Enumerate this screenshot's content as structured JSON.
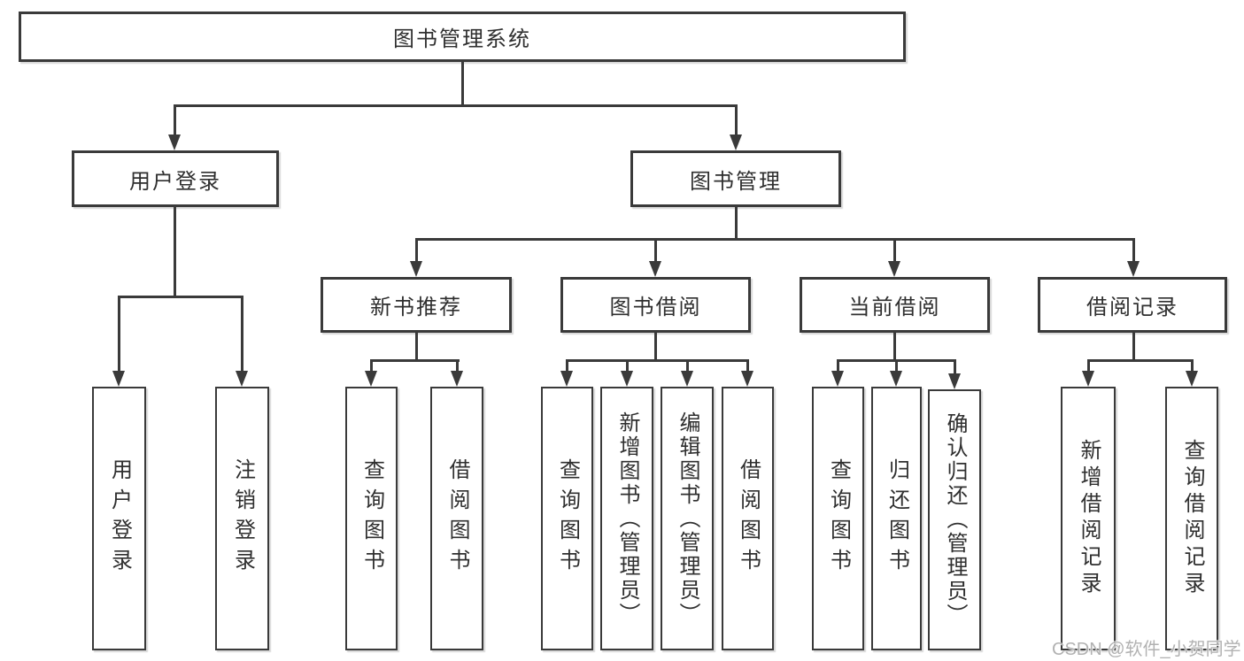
{
  "tree": {
    "root": {
      "label": "图书管理系统"
    },
    "children": [
      {
        "label": "用户登录",
        "children": [
          {
            "label": "用户登录"
          },
          {
            "label": "注销登录"
          }
        ]
      },
      {
        "label": "图书管理",
        "children": [
          {
            "label": "新书推荐",
            "children": [
              {
                "label": "查询图书"
              },
              {
                "label": "借阅图书"
              }
            ]
          },
          {
            "label": "图书借阅",
            "children": [
              {
                "label": "查询图书"
              },
              {
                "label": "新增图书（管理员）"
              },
              {
                "label": "编辑图书（管理员）"
              },
              {
                "label": "借阅图书"
              }
            ]
          },
          {
            "label": "当前借阅",
            "children": [
              {
                "label": "查询图书"
              },
              {
                "label": "归还图书"
              },
              {
                "label": "确认归还（管理员）"
              }
            ]
          },
          {
            "label": "借阅记录",
            "children": [
              {
                "label": "新增借阅记录"
              },
              {
                "label": "查询借阅记录"
              }
            ]
          }
        ]
      }
    ]
  },
  "watermark": {
    "text": "CSDN @软件_小贺同学"
  },
  "colors": {
    "line": "#3a3a3a",
    "text": "#2f2f2f",
    "background": "#ffffff",
    "watermark": "#b2b2b2"
  }
}
